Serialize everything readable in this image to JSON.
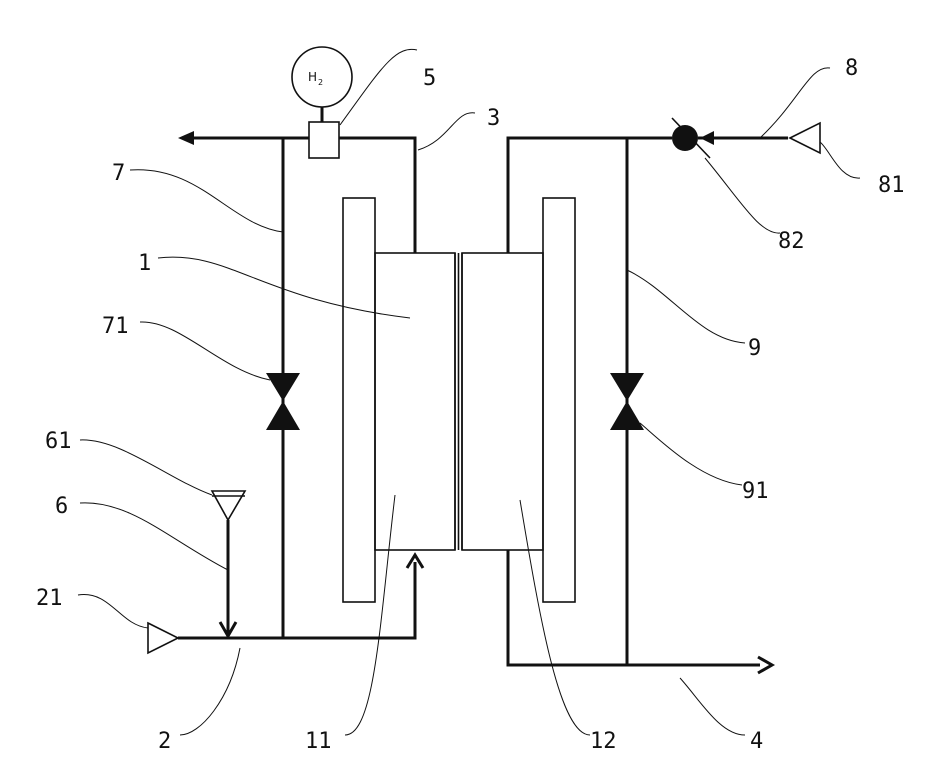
{
  "diagram": {
    "gauge_label": "H",
    "gauge_subscript": "2",
    "labels": {
      "l1": "1",
      "l2": "2",
      "l3": "3",
      "l4": "4",
      "l5": "5",
      "l6": "6",
      "l7": "7",
      "l8": "8",
      "l9": "9",
      "l11": "11",
      "l12": "12",
      "l21": "21",
      "l61": "61",
      "l71": "71",
      "l81": "81",
      "l82": "82",
      "l91": "91"
    }
  }
}
